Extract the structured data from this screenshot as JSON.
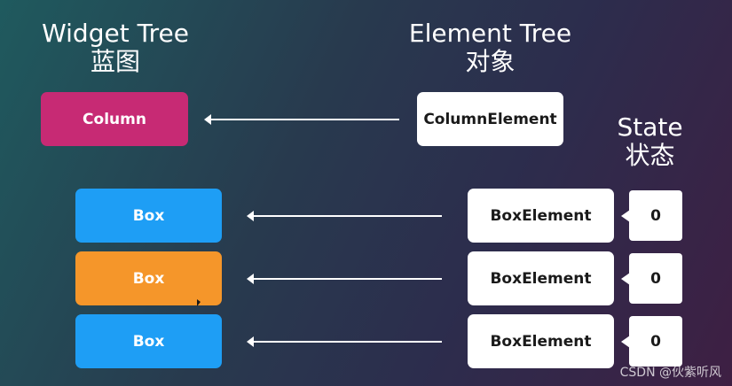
{
  "headings": {
    "widget_tree": {
      "line1": "Widget Tree",
      "line2": "蓝图"
    },
    "element_tree": {
      "line1": "Element Tree",
      "line2": "对象"
    },
    "state": {
      "line1": "State",
      "line2": "状态"
    }
  },
  "widgets": {
    "column": "Column",
    "box1": "Box",
    "box2": "Box",
    "box3": "Box"
  },
  "elements": {
    "column": "ColumnElement",
    "box1": "BoxElement",
    "box2": "BoxElement",
    "box3": "BoxElement"
  },
  "states": {
    "box1": "0",
    "box2": "0",
    "box3": "0"
  },
  "colors": {
    "column_widget": "#c72a74",
    "box_widget_blue": "#1e9ef5",
    "box_widget_orange": "#f5962a",
    "element_box": "#ffffff"
  },
  "watermark": "CSDN @伙紫听风"
}
